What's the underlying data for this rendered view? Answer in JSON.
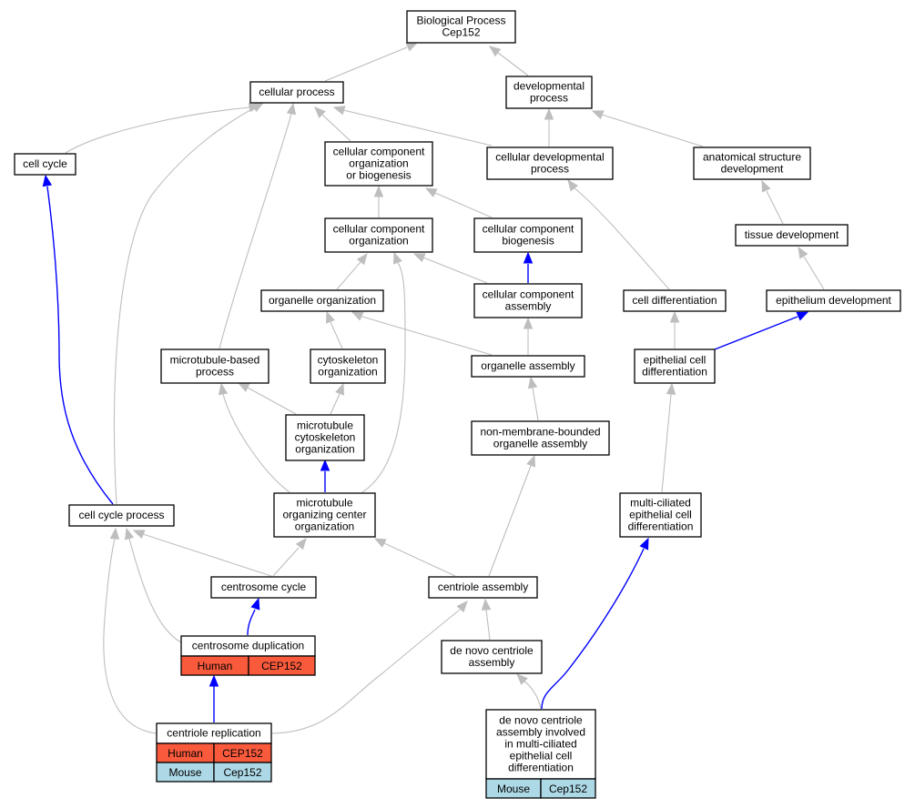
{
  "edge_colors": {
    "default": "#bebebe",
    "highlight": "#0000ff"
  },
  "annotation_colors": {
    "human": "#fa5a3c",
    "mouse": "#add8e6"
  },
  "nodes": {
    "root": {
      "lines": [
        "Biological Process",
        "Cep152"
      ]
    },
    "cellular_process": {
      "lines": [
        "cellular process"
      ]
    },
    "developmental_process": {
      "lines": [
        "developmental",
        "process"
      ]
    },
    "cell_cycle": {
      "lines": [
        "cell cycle"
      ]
    },
    "cc_org_biogenesis": {
      "lines": [
        "cellular component",
        "organization",
        "or biogenesis"
      ]
    },
    "cellular_developmental_process": {
      "lines": [
        "cellular developmental",
        "process"
      ]
    },
    "anatomical_structure_development": {
      "lines": [
        "anatomical structure",
        "development"
      ]
    },
    "cc_organization": {
      "lines": [
        "cellular component",
        "organization"
      ]
    },
    "cc_biogenesis": {
      "lines": [
        "cellular component",
        "biogenesis"
      ]
    },
    "tissue_development": {
      "lines": [
        "tissue development"
      ]
    },
    "organelle_organization": {
      "lines": [
        "organelle organization"
      ]
    },
    "cc_assembly": {
      "lines": [
        "cellular component",
        "assembly"
      ]
    },
    "cell_differentiation": {
      "lines": [
        "cell differentiation"
      ]
    },
    "epithelium_development": {
      "lines": [
        "epithelium development"
      ]
    },
    "microtubule_based_process": {
      "lines": [
        "microtubule-based",
        "process"
      ]
    },
    "cytoskeleton_organization": {
      "lines": [
        "cytoskeleton",
        "organization"
      ]
    },
    "organelle_assembly": {
      "lines": [
        "organelle assembly"
      ]
    },
    "epithelial_cell_differentiation": {
      "lines": [
        "epithelial cell",
        "differentiation"
      ]
    },
    "mt_cytoskeleton_organization": {
      "lines": [
        "microtubule",
        "cytoskeleton",
        "organization"
      ]
    },
    "nmb_organelle_assembly": {
      "lines": [
        "non-membrane-bounded",
        "organelle assembly"
      ]
    },
    "cell_cycle_process": {
      "lines": [
        "cell cycle process"
      ]
    },
    "mtoc_organization": {
      "lines": [
        "microtubule",
        "organizing center",
        "organization"
      ]
    },
    "multiciliated_differentiation": {
      "lines": [
        "multi-ciliated",
        "epithelial cell",
        "differentiation"
      ]
    },
    "centrosome_cycle": {
      "lines": [
        "centrosome cycle"
      ]
    },
    "centriole_assembly": {
      "lines": [
        "centriole assembly"
      ]
    },
    "centrosome_duplication": {
      "lines": [
        "centrosome duplication"
      ],
      "annotations": [
        {
          "species": "Human",
          "gene": "CEP152",
          "kind": "human"
        }
      ]
    },
    "de_novo_centriole_assembly": {
      "lines": [
        "de novo centriole",
        "assembly"
      ]
    },
    "centriole_replication": {
      "lines": [
        "centriole replication"
      ],
      "annotations": [
        {
          "species": "Human",
          "gene": "CEP152",
          "kind": "human"
        },
        {
          "species": "Mouse",
          "gene": "Cep152",
          "kind": "mouse"
        }
      ]
    },
    "de_novo_multiciliated": {
      "lines": [
        "de novo centriole",
        "assembly involved",
        "in multi-ciliated",
        "epithelial cell",
        "differentiation"
      ],
      "annotations": [
        {
          "species": "Mouse",
          "gene": "Cep152",
          "kind": "mouse"
        }
      ]
    }
  },
  "edges": [
    {
      "from": "cellular_process",
      "to": "root"
    },
    {
      "from": "developmental_process",
      "to": "root"
    },
    {
      "from": "cell_cycle",
      "to": "cellular_process"
    },
    {
      "from": "cc_org_biogenesis",
      "to": "cellular_process"
    },
    {
      "from": "cellular_developmental_process",
      "to": "cellular_process"
    },
    {
      "from": "cellular_developmental_process",
      "to": "developmental_process"
    },
    {
      "from": "anatomical_structure_development",
      "to": "developmental_process"
    },
    {
      "from": "cc_organization",
      "to": "cc_org_biogenesis"
    },
    {
      "from": "cc_biogenesis",
      "to": "cc_org_biogenesis"
    },
    {
      "from": "tissue_development",
      "to": "anatomical_structure_development"
    },
    {
      "from": "organelle_organization",
      "to": "cc_organization"
    },
    {
      "from": "cc_assembly",
      "to": "cc_organization"
    },
    {
      "from": "cc_assembly",
      "to": "cc_biogenesis",
      "highlight": true
    },
    {
      "from": "cell_differentiation",
      "to": "cellular_developmental_process"
    },
    {
      "from": "epithelium_development",
      "to": "tissue_development"
    },
    {
      "from": "microtubule_based_process",
      "to": "cellular_process"
    },
    {
      "from": "cytoskeleton_organization",
      "to": "organelle_organization"
    },
    {
      "from": "organelle_assembly",
      "to": "organelle_organization"
    },
    {
      "from": "organelle_assembly",
      "to": "cc_assembly"
    },
    {
      "from": "epithelial_cell_differentiation",
      "to": "cell_differentiation"
    },
    {
      "from": "epithelial_cell_differentiation",
      "to": "epithelium_development",
      "highlight": true
    },
    {
      "from": "mt_cytoskeleton_organization",
      "to": "microtubule_based_process"
    },
    {
      "from": "mt_cytoskeleton_organization",
      "to": "cytoskeleton_organization"
    },
    {
      "from": "nmb_organelle_assembly",
      "to": "organelle_assembly"
    },
    {
      "from": "cell_cycle_process",
      "to": "cellular_process"
    },
    {
      "from": "cell_cycle_process",
      "to": "cell_cycle",
      "highlight": true
    },
    {
      "from": "mtoc_organization",
      "to": "mt_cytoskeleton_organization",
      "highlight": true
    },
    {
      "from": "mtoc_organization",
      "to": "microtubule_based_process"
    },
    {
      "from": "mtoc_organization",
      "to": "cc_organization"
    },
    {
      "from": "multiciliated_differentiation",
      "to": "epithelial_cell_differentiation"
    },
    {
      "from": "centrosome_cycle",
      "to": "cell_cycle_process"
    },
    {
      "from": "centrosome_cycle",
      "to": "mtoc_organization"
    },
    {
      "from": "centriole_assembly",
      "to": "mtoc_organization"
    },
    {
      "from": "centriole_assembly",
      "to": "nmb_organelle_assembly"
    },
    {
      "from": "centrosome_duplication",
      "to": "centrosome_cycle",
      "highlight": true
    },
    {
      "from": "centrosome_duplication",
      "to": "cell_cycle_process"
    },
    {
      "from": "de_novo_centriole_assembly",
      "to": "centriole_assembly"
    },
    {
      "from": "centriole_replication",
      "to": "centrosome_duplication",
      "highlight": true
    },
    {
      "from": "centriole_replication",
      "to": "cell_cycle_process"
    },
    {
      "from": "centriole_replication",
      "to": "centriole_assembly"
    },
    {
      "from": "de_novo_multiciliated",
      "to": "de_novo_centriole_assembly"
    },
    {
      "from": "de_novo_multiciliated",
      "to": "multiciliated_differentiation",
      "highlight": true
    }
  ]
}
